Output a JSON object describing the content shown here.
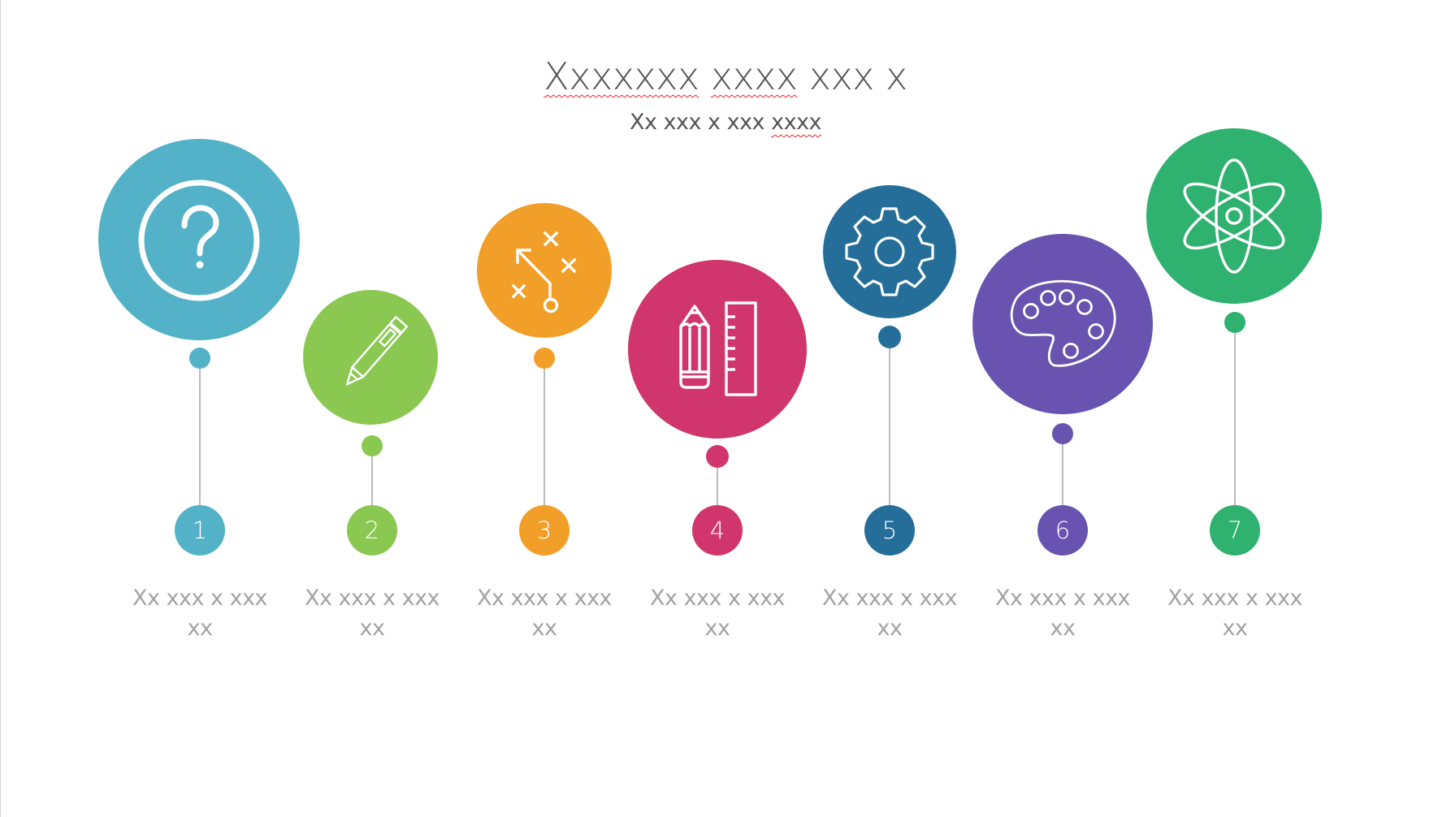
{
  "slide": {
    "title": {
      "parts": [
        {
          "text": "Xxxxxxx",
          "misspelled": true
        },
        {
          "text": " ",
          "misspelled": false
        },
        {
          "text": "xxxx",
          "misspelled": true
        },
        {
          "text": " xxx x",
          "misspelled": false
        }
      ]
    },
    "subtitle": {
      "parts": [
        {
          "text": "Xx xxx x xxx ",
          "misspelled": false
        },
        {
          "text": "xxxx",
          "misspelled": true
        }
      ]
    },
    "colors": {
      "title_text": "#555555",
      "caption_text": "#a3a3a3",
      "stem": "#aaaaaa",
      "spellcheck_underline": "#e8202a"
    },
    "steps": [
      {
        "number": "1",
        "icon": "question-icon",
        "color": "#54b2c8",
        "caption_line1": "Xx xxx x xxx",
        "caption_line2": "xx"
      },
      {
        "number": "2",
        "icon": "pencil-icon",
        "color": "#8bc852",
        "caption_line1": "Xx xxx x xxx",
        "caption_line2": "xx"
      },
      {
        "number": "3",
        "icon": "strategy-play-icon",
        "color": "#f29f29",
        "caption_line1": "Xx xxx x xxx",
        "caption_line2": "xx"
      },
      {
        "number": "4",
        "icon": "pencil-ruler-icon",
        "color": "#d0366b",
        "caption_line1": "Xx xxx x xxx",
        "caption_line2": "xx"
      },
      {
        "number": "5",
        "icon": "gear-icon",
        "color": "#246e99",
        "caption_line1": "Xx xxx x xxx",
        "caption_line2": "xx"
      },
      {
        "number": "6",
        "icon": "paint-palette-icon",
        "color": "#6854b0",
        "caption_line1": "Xx xxx x xxx",
        "caption_line2": "xx"
      },
      {
        "number": "7",
        "icon": "atom-icon",
        "color": "#2fb16f",
        "caption_line1": "Xx xxx x xxx",
        "caption_line2": "xx"
      }
    ]
  }
}
